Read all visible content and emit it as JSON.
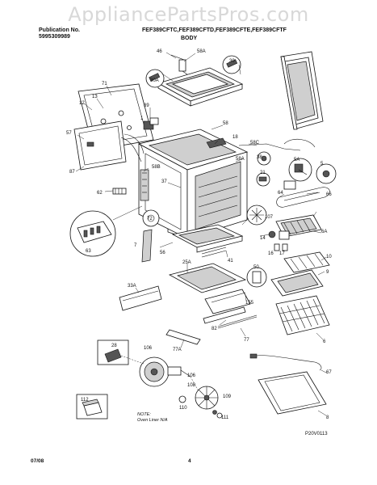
{
  "watermark": "AppliancePartsPros.com",
  "header": {
    "publication_label": "Publication No.",
    "publication_number": "5995309989",
    "models": "FEF389CFTC,FEF389CFTD,FEF389CFTE,FEF389CFTF",
    "section": "BODY"
  },
  "labels": {
    "l46": "46",
    "l58A_top": "58A",
    "l30": "30",
    "l30A": "30A",
    "l71": "71",
    "l12": "12",
    "l13": "13",
    "l89": "89",
    "l57": "57",
    "l58B": "58B",
    "l87": "87",
    "l62": "62",
    "l1": "1",
    "l58": "58",
    "l18": "18",
    "l58C": "58C",
    "l58A_mid": "58A",
    "l38": "38",
    "l21": "21",
    "l5A": "5A",
    "l5": "5",
    "l64": "64",
    "l66": "66",
    "l37": "37",
    "l107": "107",
    "l72": "72",
    "l63": "63",
    "l7": "7",
    "l56": "56",
    "l41": "41",
    "l14": "14",
    "l6A": "6A",
    "l16": "16",
    "l17": "17",
    "l10": "10",
    "l25A": "25A",
    "l50": "50",
    "l9": "9",
    "l33A": "33A",
    "l155": "155",
    "l82": "82",
    "l77": "77",
    "l6": "6",
    "l77A": "77A",
    "l28": "28",
    "l106": "106",
    "l108": "108",
    "l109": "109",
    "l110": "110",
    "l111": "111",
    "l67": "67",
    "l112": "112",
    "l8": "8",
    "note_title": "NOTE:",
    "note_text": "Oven Liner N/A",
    "code": "P20V0113"
  },
  "footer": {
    "date": "07/08",
    "page": "4"
  }
}
